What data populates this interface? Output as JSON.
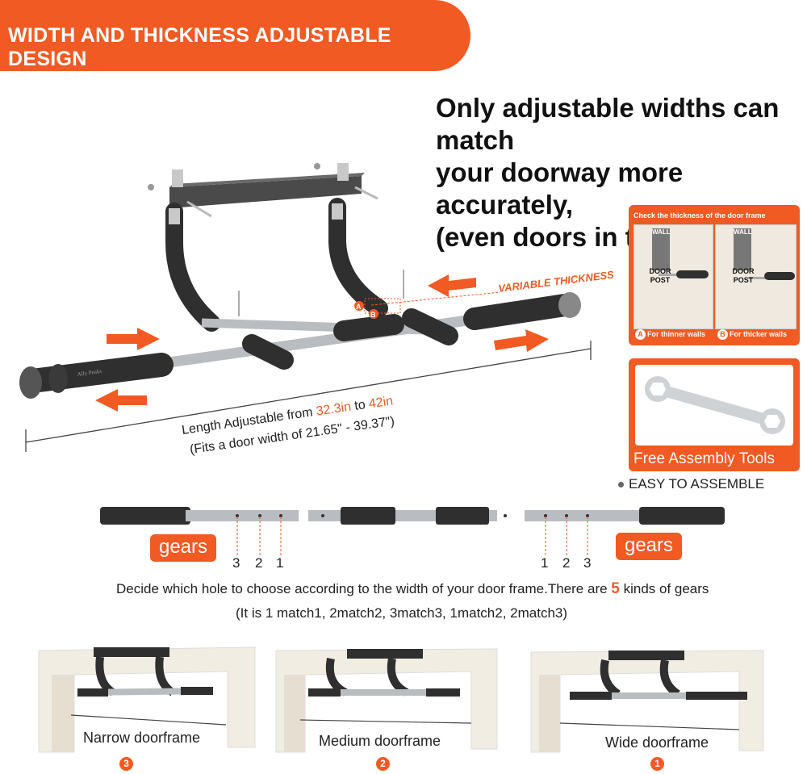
{
  "banner": {
    "title": "WIDTH AND THICKNESS ADJUSTABLE DESIGN"
  },
  "headline": [
    "Only adjustable widths can match",
    "your doorway more accurately,",
    "(even doors in the corner)."
  ],
  "diagram": {
    "variable_thickness": "VARIABLE THICKNESS",
    "marker_a": "A",
    "marker_b": "B",
    "length_prefix": "Length Adjustable from ",
    "length_min": "32.3in",
    "length_to": " to ",
    "length_max": "42in",
    "fits": "(Fits a door width of 21.65\" - 39.37\")",
    "brand": "Ally Peaks"
  },
  "thickness_card": {
    "title": "Check the thickness of the door frame",
    "wall": "WALL",
    "door_post_line1": "DOOR",
    "door_post_line2": "POST",
    "a_letter": "A",
    "a_label": "For thinner walls",
    "b_letter": "B",
    "b_label": "For thicker walls"
  },
  "tools_card": {
    "title": "Free Assembly Tools"
  },
  "easy_assemble": "EASY TO ASSEMBLE",
  "gears": {
    "label": "gears",
    "left_numbers": [
      "3",
      "2",
      "1"
    ],
    "right_numbers": [
      "1",
      "2",
      "3"
    ]
  },
  "decide": {
    "text_before": "Decide which hole to choose according to the width of your door frame.There are ",
    "count": "5",
    "text_after": " kinds of gears",
    "detail": "(It is 1 match1,   2match2,  3match3,  1match2,  2match3)"
  },
  "doorframes": [
    {
      "label": "Narrow doorframe",
      "badge": "3"
    },
    {
      "label": "Medium doorframe",
      "badge": "2"
    },
    {
      "label": "Wide doorframe",
      "badge": "1"
    }
  ],
  "colors": {
    "accent": "#f15a22",
    "foam": "#2f2f2f",
    "steel": "#b9bcc0",
    "wall": "#efe9df"
  }
}
